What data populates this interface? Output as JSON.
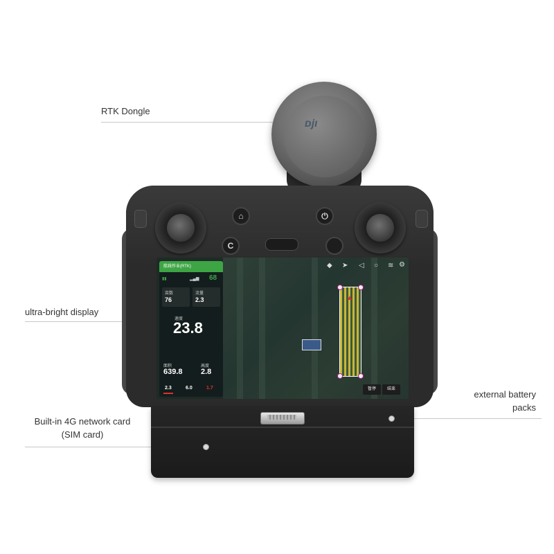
{
  "callouts": {
    "rtk_dongle": "RTK Dongle",
    "display": "ultra-bright display",
    "network_line1": "Built-in 4G network card",
    "network_line2": "(SIM card)",
    "battery_line1": "external battery",
    "battery_line2": "packs"
  },
  "controller": {
    "c_button": "C",
    "screen": {
      "header_title": "航线作业(RTK)",
      "battery_percent": "68",
      "tile_a_label": "亩数",
      "tile_a_value": "76",
      "tile_b_label": "流量",
      "tile_b_value": "2.3",
      "main_label": "速度",
      "main_value": "23.8",
      "stat_a_label": "面积",
      "stat_a_value": "639.8",
      "stat_b_label": "高度",
      "stat_b_value": "2.8",
      "small_a": "2.3",
      "small_b": "6.0",
      "small_c": "1.7",
      "pause_button": "暂停",
      "end_button": "结束"
    }
  },
  "colors": {
    "header_green": "#3ea545",
    "crop_yellow": "#c9b53a",
    "warning_red": "#e03030"
  }
}
